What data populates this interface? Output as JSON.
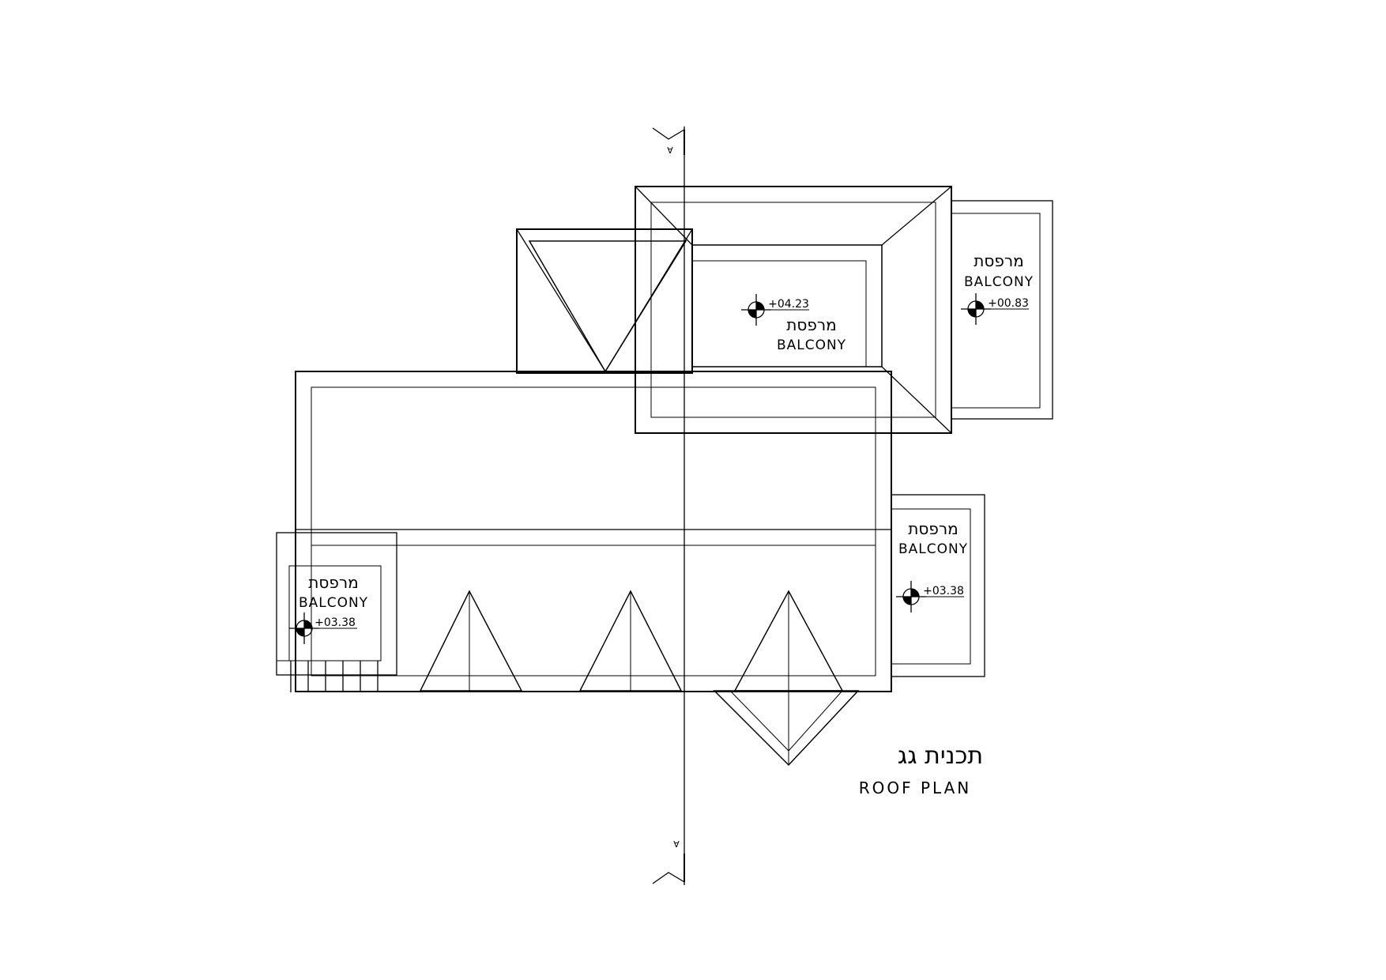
{
  "drawing": {
    "title_hebrew": "תכנית גג",
    "title_english": "ROOF PLAN",
    "section_marker_top": "A",
    "section_marker_bottom": "A"
  },
  "balconies": [
    {
      "hebrew": "מרפסת",
      "english": "BALCONY",
      "level": "+04.23"
    },
    {
      "hebrew": "מרפסת",
      "english": "BALCONY",
      "level": "+00.83"
    },
    {
      "hebrew": "מרפסת",
      "english": "BALCONY",
      "level": "+03.38"
    },
    {
      "hebrew": "מרפסת",
      "english": "BALCONY",
      "level": "+03.38"
    }
  ]
}
